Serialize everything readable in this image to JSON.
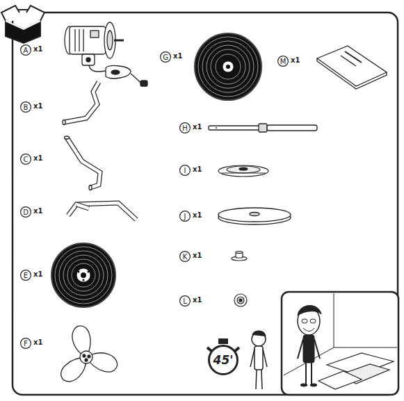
{
  "diagram": {
    "nodes": [
      {
        "text": [
          "A"
        ]
      },
      {
        "text": [
          "B"
        ]
      },
      {
        "text": [
          "C"
        ]
      },
      {
        "text": [
          "D"
        ]
      },
      {
        "text": [
          "E"
        ]
      },
      {
        "text": [
          "F"
        ]
      },
      {
        "text": [
          "G"
        ]
      },
      {
        "text": [
          "H"
        ]
      },
      {
        "text": [
          "I"
        ]
      },
      {
        "text": [
          "J"
        ]
      },
      {
        "text": [
          "K"
        ]
      },
      {
        "text": [
          "L"
        ]
      },
      {
        "text": [
          "M"
        ]
      },
      {
        "text": [
          "45'"
        ]
      }
    ],
    "labels": [
      "x1",
      "x1",
      "x1",
      "x1",
      "x1",
      "x1",
      "x1",
      "x1",
      "x1",
      "x1",
      "x1",
      "x1",
      "x1"
    ]
  }
}
